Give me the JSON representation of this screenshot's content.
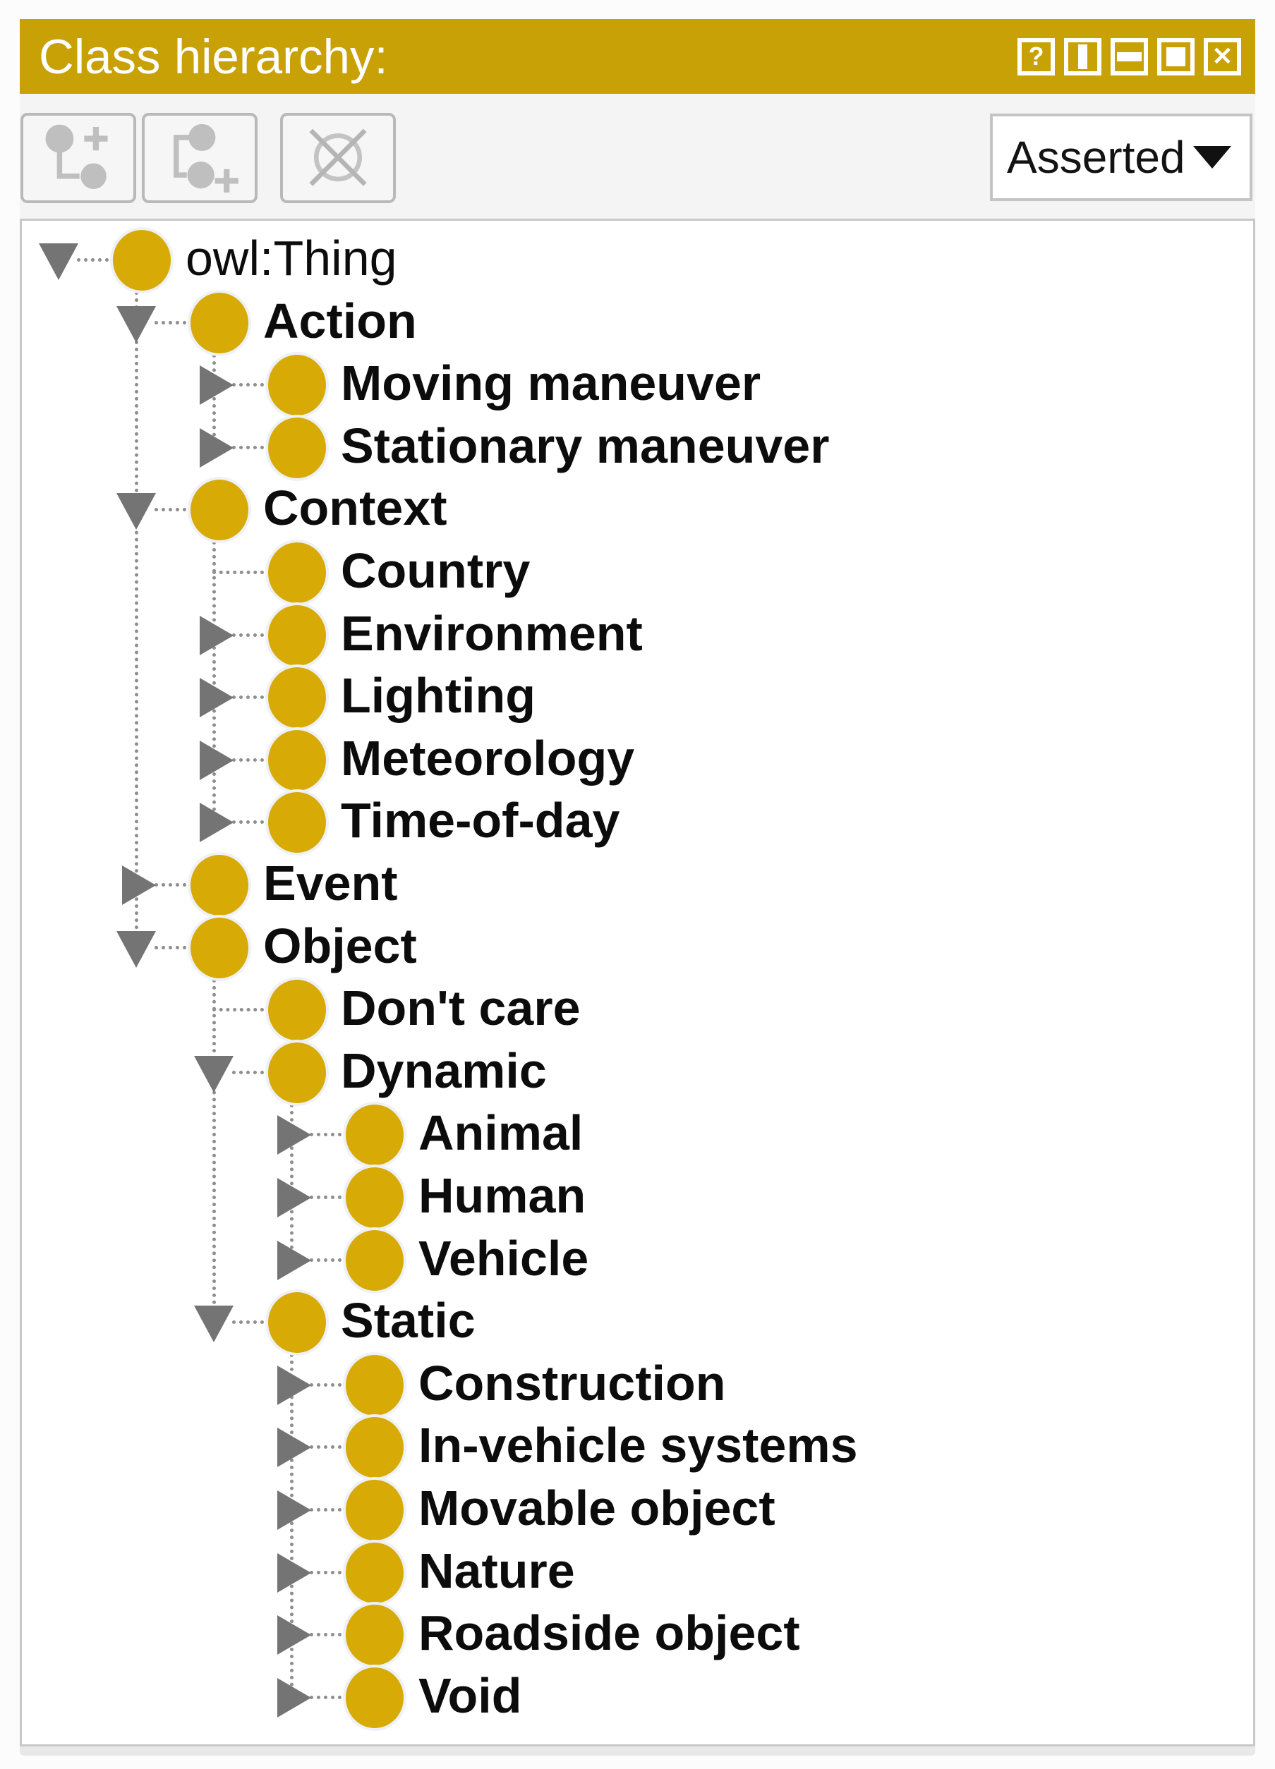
{
  "panel": {
    "title": "Class hierarchy:",
    "titlebar_icons": [
      {
        "name": "help-icon",
        "glyph": "?"
      },
      {
        "name": "split-vertical-icon"
      },
      {
        "name": "split-horizontal-icon"
      },
      {
        "name": "maximize-icon"
      },
      {
        "name": "close-icon",
        "glyph": "✕"
      }
    ],
    "toolbar": {
      "buttons": [
        {
          "name": "add-subclass-button"
        },
        {
          "name": "add-sibling-class-button"
        },
        {
          "name": "delete-class-button"
        }
      ],
      "view_selector": {
        "value": "Asserted"
      }
    },
    "tree": {
      "nodes": [
        {
          "label": "owl:Thing",
          "level": 0,
          "state": "expanded",
          "emphasis": "regular"
        },
        {
          "label": "Action",
          "level": 1,
          "state": "expanded"
        },
        {
          "label": "Moving maneuver",
          "level": 2,
          "state": "collapsed"
        },
        {
          "label": "Stationary maneuver",
          "level": 2,
          "state": "collapsed"
        },
        {
          "label": "Context",
          "level": 1,
          "state": "expanded"
        },
        {
          "label": "Country",
          "level": 2,
          "state": "leaf"
        },
        {
          "label": "Environment",
          "level": 2,
          "state": "collapsed"
        },
        {
          "label": "Lighting",
          "level": 2,
          "state": "collapsed"
        },
        {
          "label": "Meteorology",
          "level": 2,
          "state": "collapsed"
        },
        {
          "label": "Time-of-day",
          "level": 2,
          "state": "collapsed"
        },
        {
          "label": "Event",
          "level": 1,
          "state": "collapsed"
        },
        {
          "label": "Object",
          "level": 1,
          "state": "expanded"
        },
        {
          "label": "Don't care",
          "level": 2,
          "state": "leaf"
        },
        {
          "label": "Dynamic",
          "level": 2,
          "state": "expanded"
        },
        {
          "label": "Animal",
          "level": 3,
          "state": "collapsed"
        },
        {
          "label": "Human",
          "level": 3,
          "state": "collapsed"
        },
        {
          "label": "Vehicle",
          "level": 3,
          "state": "collapsed"
        },
        {
          "label": "Static",
          "level": 2,
          "state": "expanded"
        },
        {
          "label": "Construction",
          "level": 3,
          "state": "collapsed"
        },
        {
          "label": "In-vehicle systems",
          "level": 3,
          "state": "collapsed"
        },
        {
          "label": "Movable object",
          "level": 3,
          "state": "collapsed"
        },
        {
          "label": "Nature",
          "level": 3,
          "state": "collapsed"
        },
        {
          "label": "Roadside object",
          "level": 3,
          "state": "collapsed"
        },
        {
          "label": "Void",
          "level": 3,
          "state": "collapsed"
        }
      ]
    }
  },
  "colors": {
    "titlebar_gold": "#c8a106",
    "class_icon_gold": "#d7aa05",
    "expander_gray": "#747474",
    "connector_gray": "#8e8e8e"
  }
}
